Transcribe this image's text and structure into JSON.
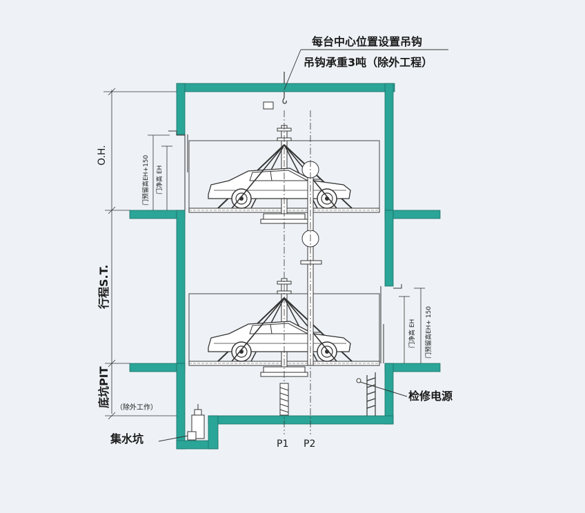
{
  "annotations": {
    "hook_line1": "每台中心位置设置吊钩",
    "hook_line2": "吊钩承重3吨（除外工程）",
    "oh": "O.H.",
    "st": "行程S.T.",
    "pit": "底坑PIT",
    "pit_note": "（除外工作）",
    "sump": "集水坑",
    "power": "检修电源",
    "p1": "P1",
    "p2": "P2",
    "upper_door_reserved": "门预留高EH+150",
    "upper_door_clear": "门净高 EH",
    "lower_door_clear": "门净高 EH",
    "lower_door_reserved": "门预留高EH+ 150"
  },
  "colors": {
    "wall": "#2aa597",
    "line": "#333333",
    "background": "#eef2f6"
  },
  "icons": [
    "hook-icon",
    "car-icon",
    "ladder-icon",
    "pump-icon",
    "lamp-icon"
  ]
}
